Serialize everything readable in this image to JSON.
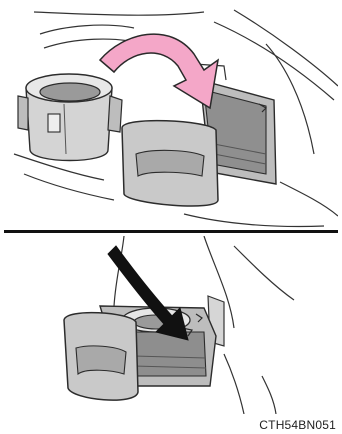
{
  "figure": {
    "reference_code": "CTH54BN051",
    "colors": {
      "arrow_fill": "#f4a7c8",
      "arrow_outline": "#2a2a2a",
      "part_fill": "#cfcfcf",
      "part_dark": "#8c8c8c",
      "line": "#333333",
      "black_arrow": "#111111"
    },
    "icons": {
      "top_arrow": "curved-arrow-pink",
      "bottom_arrow": "curved-arrow-black"
    }
  }
}
